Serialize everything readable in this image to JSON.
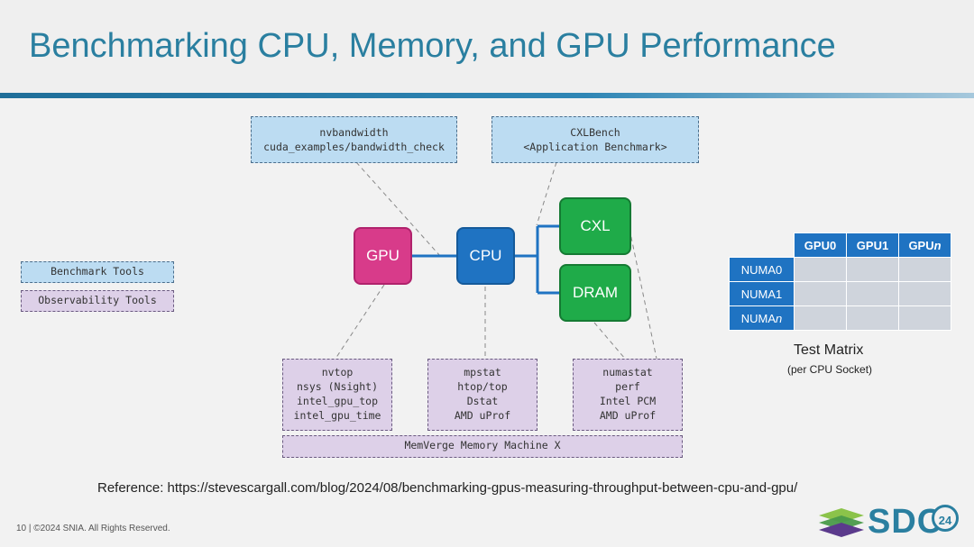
{
  "slide": {
    "title": "Benchmarking CPU, Memory, and GPU Performance",
    "reference": "Reference: https://stevescargall.com/blog/2024/08/benchmarking-gpus-measuring-throughput-between-cpu-and-gpu/",
    "footer": "10 | ©2024 SNIA. All Rights Reserved.",
    "logo_text": "SDC",
    "logo_badge": "24"
  },
  "legend": {
    "benchmark": "Benchmark Tools",
    "observability": "Observability Tools"
  },
  "benchmark_boxes": {
    "gpu_tools": [
      "nvbandwidth",
      "cuda_examples/bandwidth_check"
    ],
    "cxl_tools": [
      "CXLBench",
      "<Application Benchmark>"
    ]
  },
  "nodes": {
    "gpu": "GPU",
    "cpu": "CPU",
    "cxl": "CXL",
    "dram": "DRAM"
  },
  "observability_boxes": {
    "gpu": [
      "nvtop",
      "nsys (Nsight)",
      "intel_gpu_top",
      "intel_gpu_time"
    ],
    "cpu": [
      "mpstat",
      "htop/top",
      "Dstat",
      "AMD uProf"
    ],
    "memory": [
      "numastat",
      "perf",
      "Intel PCM",
      "AMD uProf"
    ],
    "machine": "MemVerge Memory Machine X"
  },
  "matrix": {
    "columns": [
      "GPU0",
      "GPU1",
      "GPU"
    ],
    "column_suffix_italic": [
      "",
      "",
      "n"
    ],
    "rows": [
      "NUMA0",
      "NUMA1",
      "NUMA"
    ],
    "row_suffix_italic": [
      "",
      "",
      "n"
    ],
    "caption": "Test Matrix",
    "subcaption": "(per CPU Socket)"
  },
  "colors": {
    "title": "#2a7fa0",
    "gpu": "#d83b8a",
    "cpu": "#1f73c2",
    "memory": "#1fab49",
    "benchmark_fill": "#bcdcf2",
    "observability_fill": "#ddd0e8"
  }
}
